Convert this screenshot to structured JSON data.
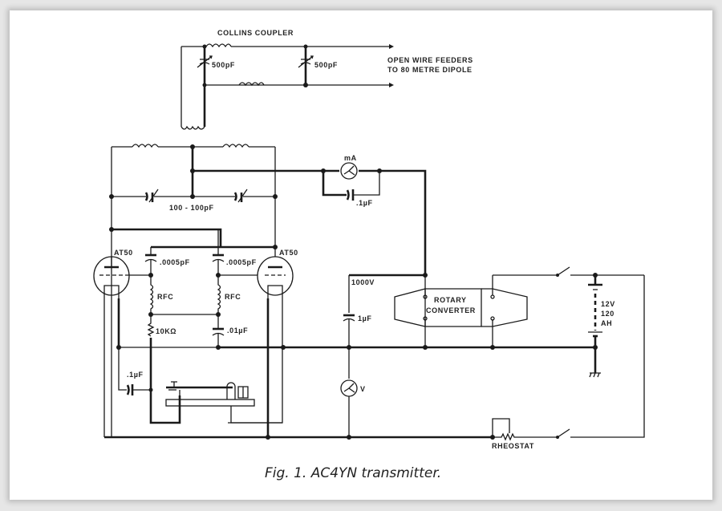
{
  "figure": {
    "caption": "Fig. 1. AC4YN transmitter."
  },
  "labels": {
    "collins_coupler": "COLLINS COUPLER",
    "cap_500_left": "500pF",
    "cap_500_right": "500pF",
    "feeders_line1": "OPEN WIRE FEEDERS",
    "feeders_line2": "TO 80 METRE DIPOLE",
    "tank_cap": "100 - 100pF",
    "meter_ma": "mA",
    "bypass_cap": ".1µF",
    "tube_left": "AT50",
    "tube_right": "AT50",
    "grid_cap_left": ".0005pF",
    "grid_cap_right": ".0005pF",
    "rfc_left": "RFC",
    "rfc_right": "RFC",
    "grid_resistor": "10KΩ",
    "cathode_cap": ".01µF",
    "key_cap": ".1µF",
    "hv_label": "1000V",
    "hv_cap": "1µF",
    "voltmeter": "V",
    "converter_line1": "ROTARY",
    "converter_line2": "CONVERTER",
    "battery_line1": "12V",
    "battery_line2": "120",
    "battery_line3": "AH",
    "rheostat": "RHEOSTAT"
  }
}
